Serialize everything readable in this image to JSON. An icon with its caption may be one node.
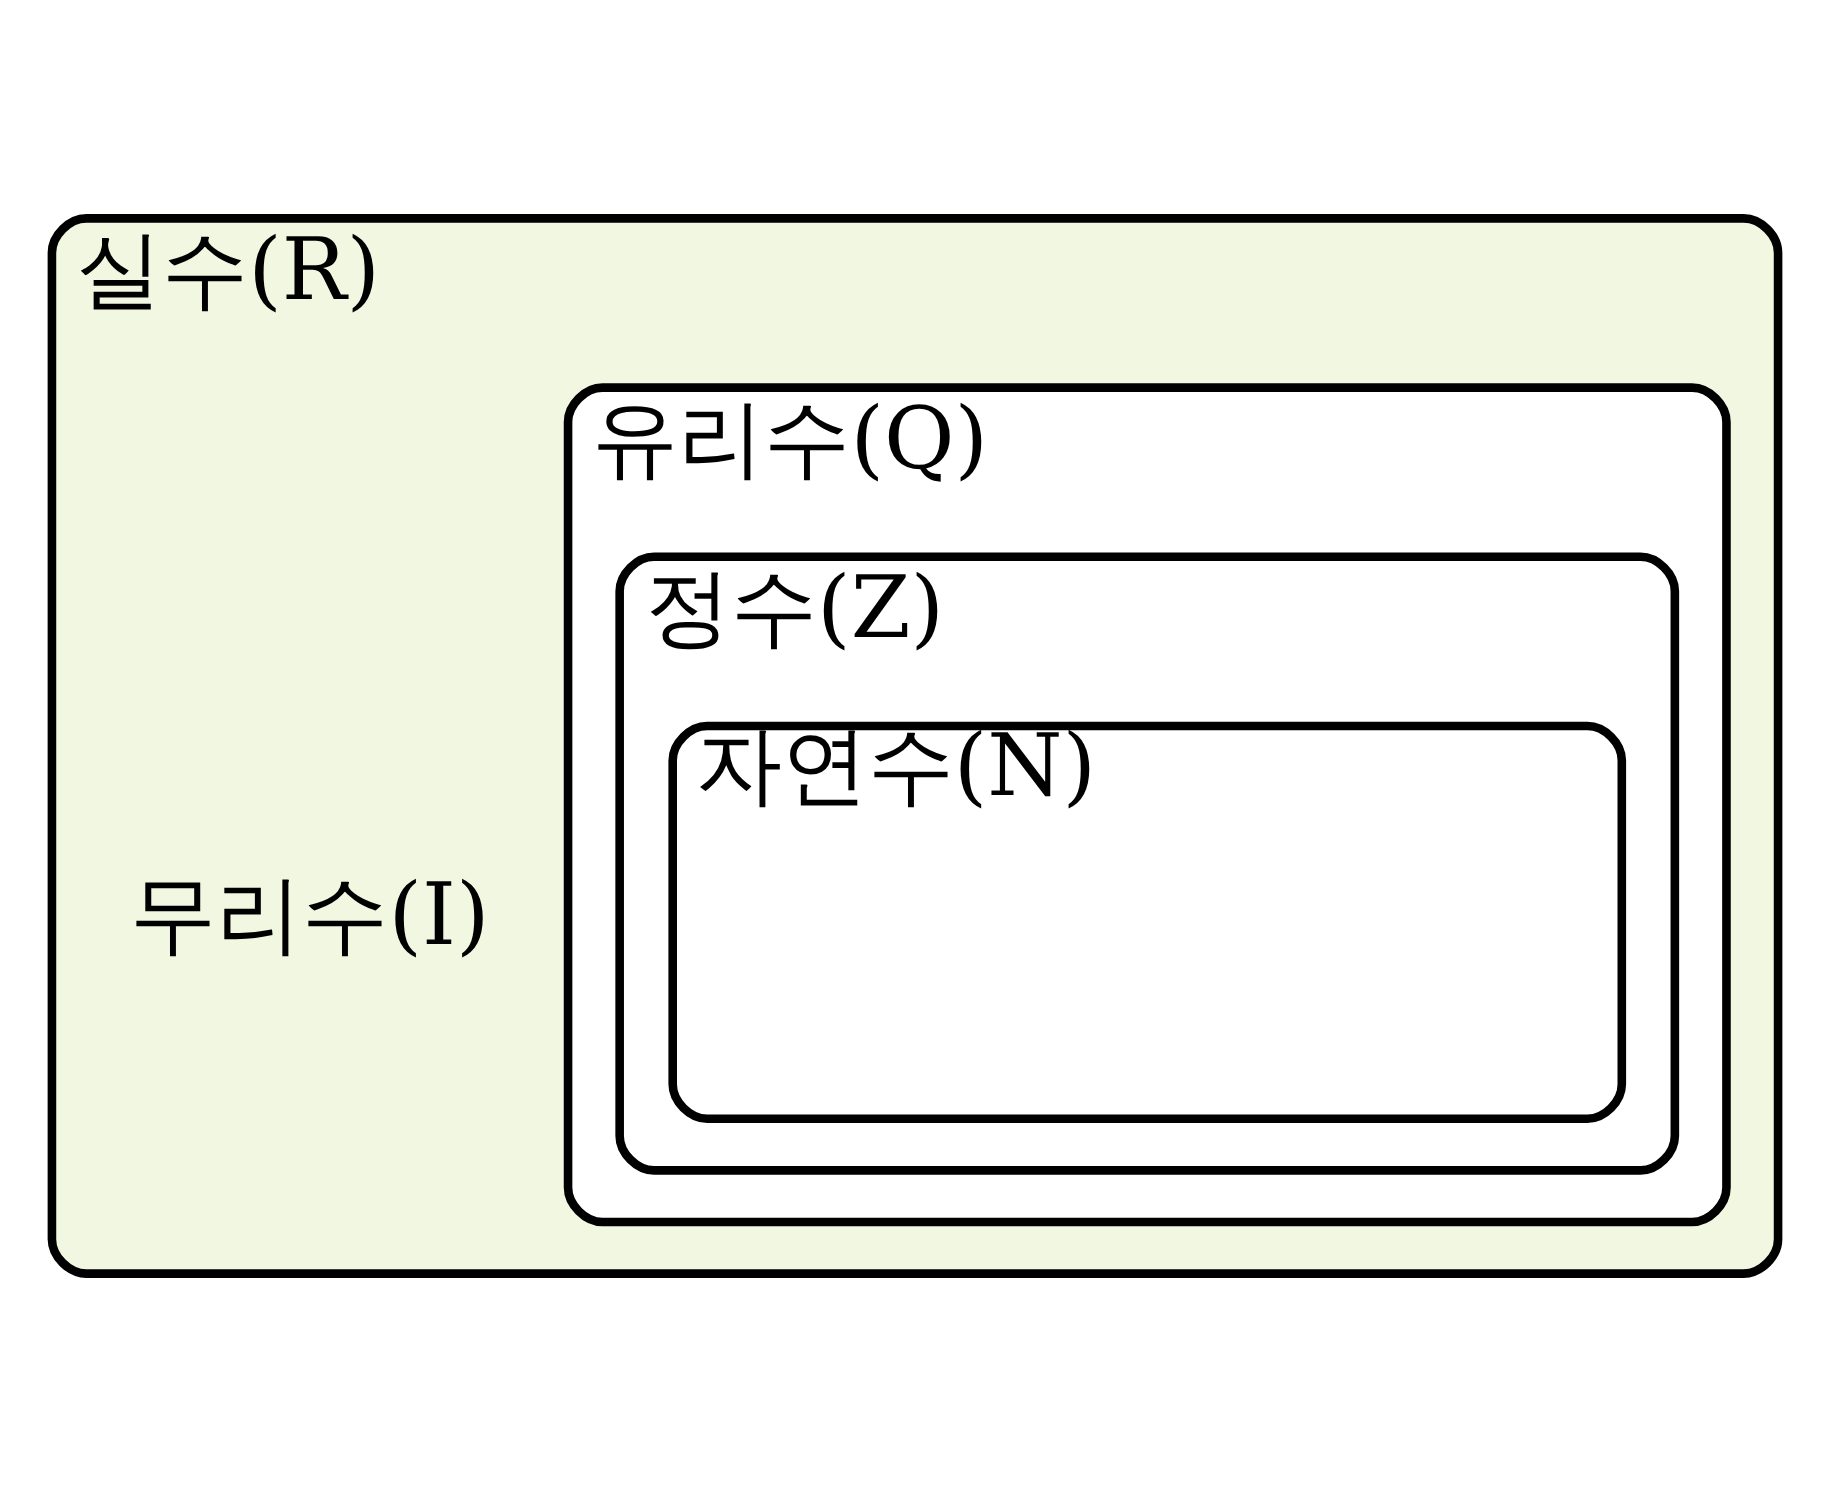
{
  "diagram": {
    "nodes": [
      {
        "text": [
          "실수(R)",
          "무리수(I)"
        ]
      },
      {
        "text": [
          "유리수(Q)"
        ],
        "in": 0
      },
      {
        "text": [
          "정수(Z)"
        ],
        "in": 1
      },
      {
        "text": [
          "자연수(N)"
        ],
        "in": 2
      }
    ],
    "edges": []
  }
}
